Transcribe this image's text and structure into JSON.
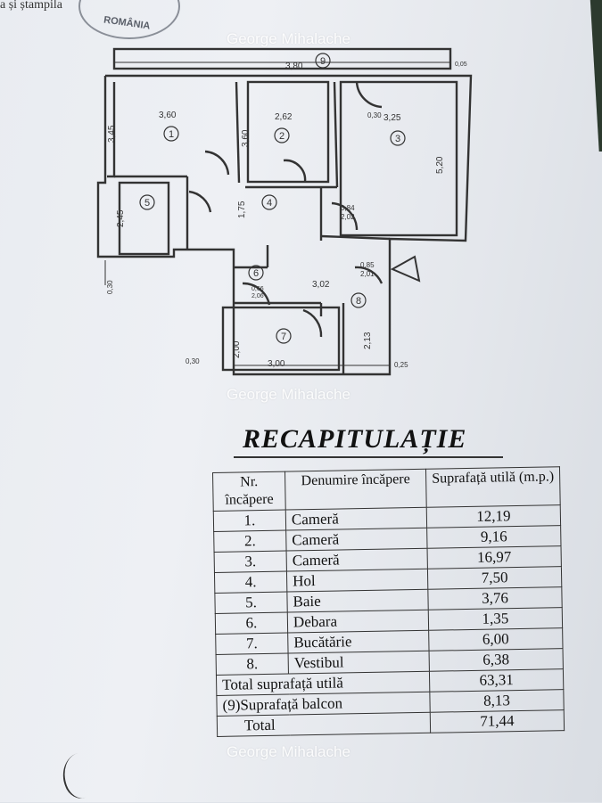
{
  "header": {
    "fragment": "a și ștampila",
    "stamp_text": "ROMÂNIA"
  },
  "watermark": {
    "text": "George Mihalache"
  },
  "plan": {
    "room_numbers": [
      "1",
      "2",
      "3",
      "4",
      "5",
      "6",
      "7",
      "8",
      "9"
    ],
    "dimensions": {
      "balcony_width": "3,80",
      "room1_width": "3,60",
      "room1_height": "3,45",
      "room2_width": "2,62",
      "room2_height": "3,60",
      "room3_width": "3,25",
      "room3_height": "5,20",
      "hall_height": "1,75",
      "bath_height": "2,45",
      "kitchen_width": "3,00",
      "kitchen_height": "2,00",
      "hall_width": "3,02",
      "vestibule_height": "2,13",
      "wall_30_left": "0,30",
      "wall_30_bottom": "0,30",
      "wall_25": "0,25",
      "wall_05": "0,05",
      "wall_30_room3": "0,30",
      "door_084": "0,84",
      "door_202": "2,02",
      "door_085": "0,85",
      "door_201": "2,01",
      "door_66": "0,66",
      "door_206": "2,06"
    }
  },
  "recap": {
    "title": "RECAPITULAȚIE",
    "headers": {
      "nr": "Nr. încăpere",
      "name": "Denumire încăpere",
      "area": "Suprafață utilă (m.p.)"
    },
    "rows": [
      {
        "nr": "1.",
        "name": "Cameră",
        "area": "12,19"
      },
      {
        "nr": "2.",
        "name": "Cameră",
        "area": "9,16"
      },
      {
        "nr": "3.",
        "name": "Cameră",
        "area": "16,97"
      },
      {
        "nr": "4.",
        "name": "Hol",
        "area": "7,50"
      },
      {
        "nr": "5.",
        "name": "Baie",
        "area": "3,76"
      },
      {
        "nr": "6.",
        "name": "Debara",
        "area": "1,35"
      },
      {
        "nr": "7.",
        "name": "Bucătărie",
        "area": "6,00"
      },
      {
        "nr": "8.",
        "name": "Vestibul",
        "area": "6,38"
      }
    ],
    "total_useful": {
      "label": "Total suprafață utilă",
      "value": "63,31"
    },
    "balcony": {
      "label": "(9)Suprafață balcon",
      "value": "8,13"
    },
    "total": {
      "label": "Total",
      "value": "71,44"
    }
  }
}
